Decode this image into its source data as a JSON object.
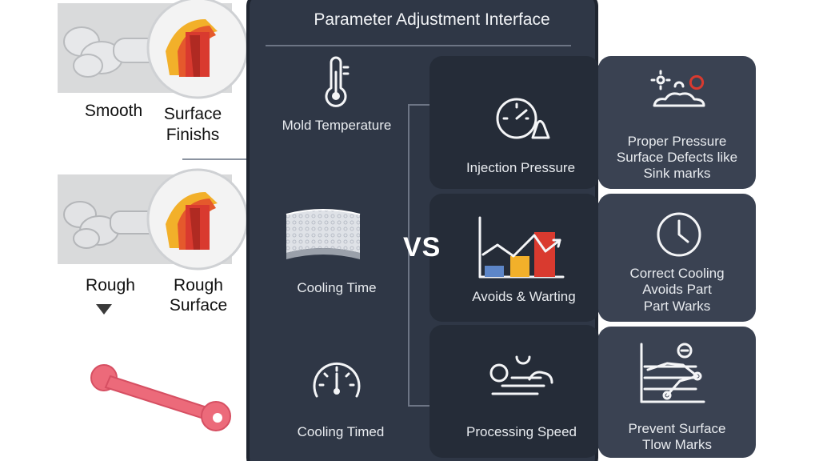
{
  "left": {
    "smooth_label": "Smooth",
    "surface_finish_label_1": "Surface",
    "surface_finish_label_2": "Finishs",
    "rough_label": "Rough",
    "rough_surface_label_1": "Rough",
    "rough_surface_label_2": "Surface"
  },
  "panel": {
    "title": "Parameter Adjustment Interface",
    "cells": [
      {
        "label": "Mold Temperature",
        "icon": "thermometer-icon"
      },
      {
        "label": "Cooling Time",
        "icon": "mesh-slab-icon"
      },
      {
        "label": "Cooling Timed",
        "icon": "gauge-icon"
      }
    ]
  },
  "vs_label": "VS",
  "middle": [
    {
      "label": "Injection Pressure",
      "icon": "pressure-gauge-icon"
    },
    {
      "label": "Avoids & Warting",
      "icon": "bar-chart-icon"
    },
    {
      "label": "Processing Speed",
      "icon": "speed-motion-icon"
    }
  ],
  "right": [
    {
      "lines": [
        "Proper Pressure",
        "Surface Defects like",
        "Sink marks"
      ],
      "icon": "weather-cloud-icon"
    },
    {
      "lines": [
        "Correct Cooling",
        "Avoids Part",
        "Part Warks"
      ],
      "icon": "clock-icon"
    },
    {
      "lines": [
        "Prevent Surface",
        "Tlow Marks"
      ],
      "icon": "line-graph-icon"
    }
  ],
  "colors": {
    "panel": "#2f3746",
    "box_dark": "#252c38",
    "box_right": "#3a4252",
    "accent_red": "#d93a2f",
    "accent_orange": "#f2b02a",
    "accent_blue": "#5d86c8",
    "part_pink": "#ec6a7a"
  }
}
